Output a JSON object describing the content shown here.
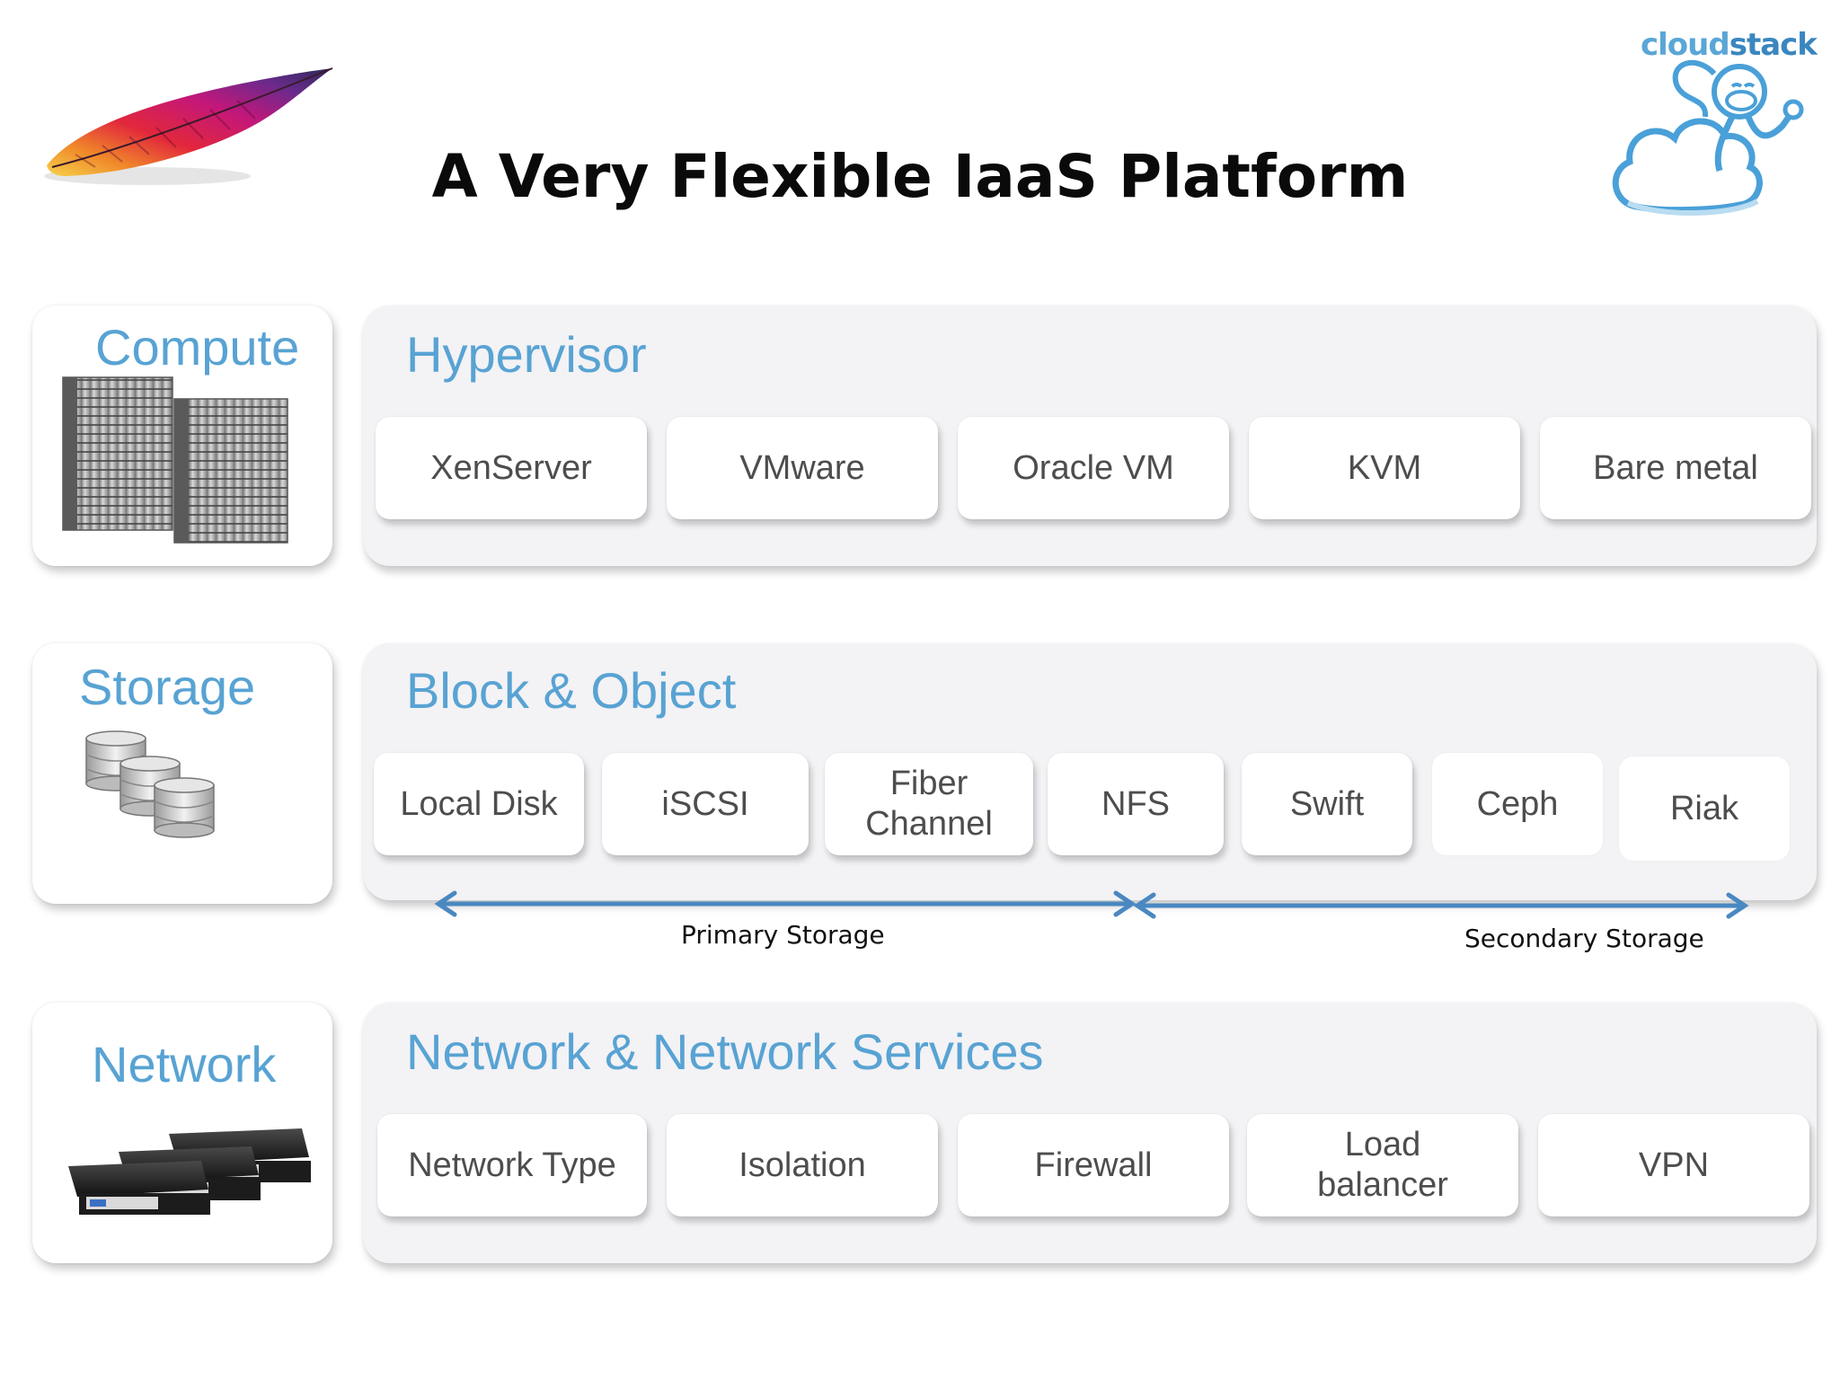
{
  "title": "A Very Flexible IaaS Platform",
  "logo": {
    "brand_part1": "cloud",
    "brand_part2": "stack"
  },
  "compute": {
    "label": "Compute",
    "panel_title": "Hypervisor",
    "items": [
      "XenServer",
      "VMware",
      "Oracle VM",
      "KVM",
      "Bare metal"
    ]
  },
  "storage": {
    "label": "Storage",
    "panel_title": "Block & Object",
    "items": [
      "Local Disk",
      "iSCSI",
      "Fiber\nChannel",
      "NFS",
      "Swift",
      "Ceph",
      "Riak"
    ],
    "primary_label": "Primary Storage",
    "secondary_label": "Secondary Storage"
  },
  "network": {
    "label": "Network",
    "panel_title": "Network & Network Services",
    "items": [
      "Network Type",
      "Isolation",
      "Firewall",
      "Load\nbalancer",
      "VPN"
    ]
  },
  "colors": {
    "accent_blue": "#58a3d3",
    "arrow_blue": "#4a88c1",
    "panel_bg": "#f3f2f5",
    "chip_text": "#4d4d4d"
  }
}
